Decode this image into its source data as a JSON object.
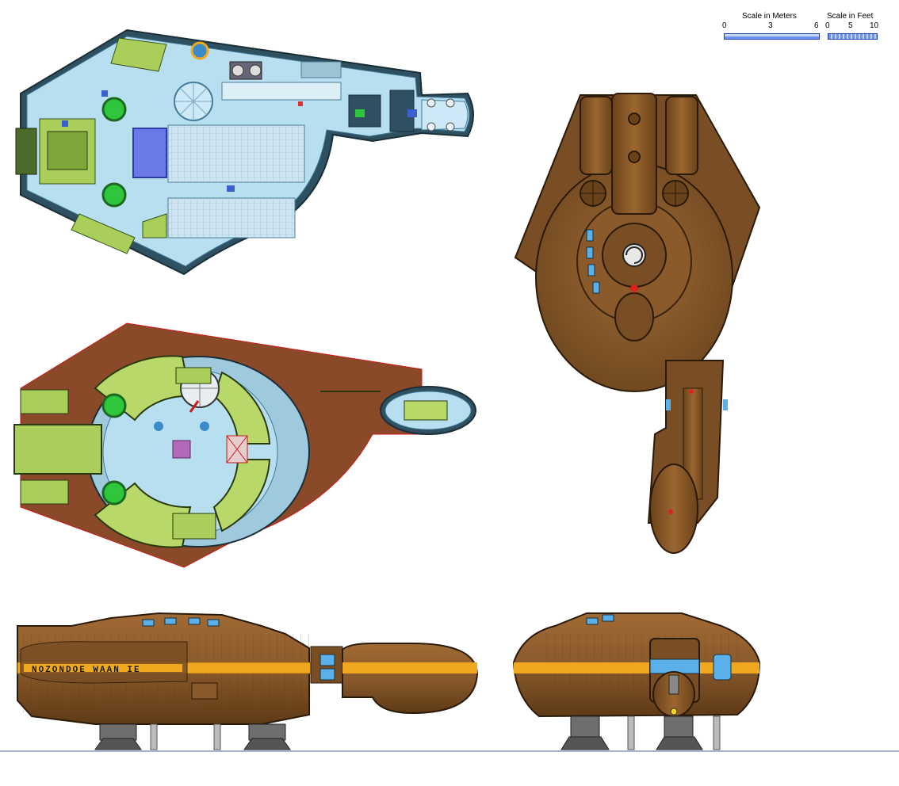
{
  "scale_meters": {
    "title": "Scale in Meters",
    "ticks": [
      "0",
      "3",
      "6"
    ]
  },
  "scale_feet": {
    "title": "Scale in Feet",
    "ticks": [
      "0",
      "5",
      "10"
    ]
  },
  "hull_lettering": "NOZONDOE WAAN IE",
  "colors": {
    "hull": "#8a5a2b",
    "hull_dark": "#5e3a16",
    "hull_light": "#a8703a",
    "stripe": "#f0a820",
    "deck_blue": "#b8dff0",
    "deck_green": "#b8d86a",
    "window": "#5ab0e8",
    "outline": "#2a2a2a"
  },
  "views": [
    {
      "name": "upper-deck-plan"
    },
    {
      "name": "lower-deck-plan"
    },
    {
      "name": "top-view"
    },
    {
      "name": "side-view"
    },
    {
      "name": "front-view"
    }
  ]
}
